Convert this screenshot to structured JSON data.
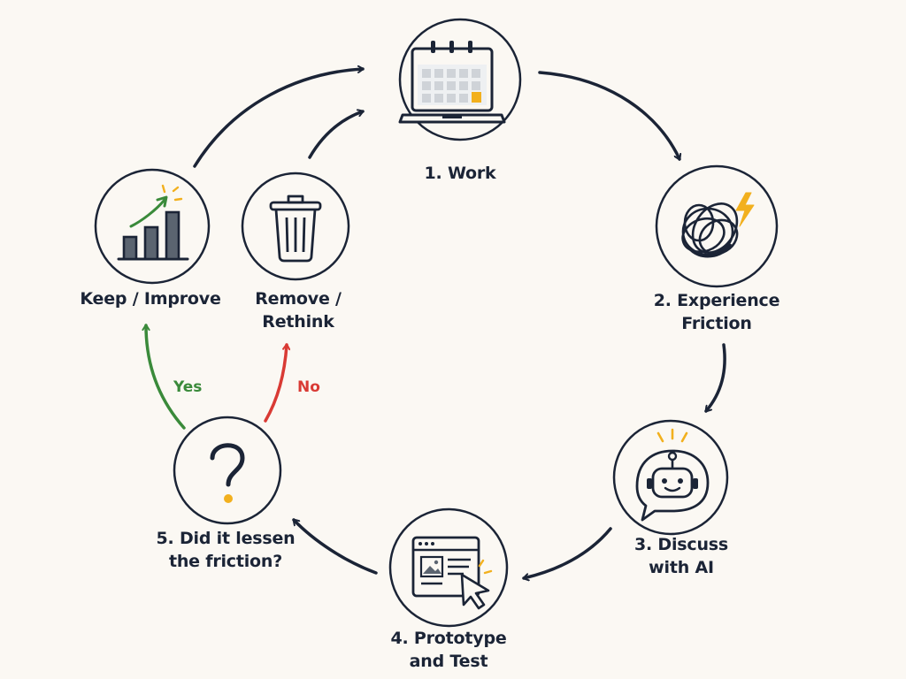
{
  "diagram": {
    "colors": {
      "background": "#fbf8f3",
      "ink": "#1b2436",
      "yes": "#3a8a3a",
      "no": "#d93a34",
      "accent": "#f2b01e",
      "bar_fill": "#5b6470",
      "screen_fill": "#cfd3d8"
    },
    "nodes": [
      {
        "id": "work",
        "icon": "calendar-laptop-icon",
        "line1": "1. Work",
        "line2": ""
      },
      {
        "id": "friction",
        "icon": "tangled-scribble-icon",
        "line1": "2. Experience",
        "line2": "Friction"
      },
      {
        "id": "discuss",
        "icon": "robot-chat-icon",
        "line1": "3. Discuss",
        "line2": "with AI"
      },
      {
        "id": "prototype",
        "icon": "browser-cursor-icon",
        "line1": "4. Prototype",
        "line2": "and Test"
      },
      {
        "id": "decision",
        "icon": "question-mark-icon",
        "line1": "5. Did it lessen",
        "line2": "the friction?"
      },
      {
        "id": "remove",
        "icon": "trash-can-icon",
        "line1": "Remove /",
        "line2": "Rethink"
      },
      {
        "id": "keep",
        "icon": "growth-bar-chart-icon",
        "line1": "Keep / Improve",
        "line2": ""
      }
    ],
    "branches": {
      "yes": "Yes",
      "no": "No"
    }
  }
}
